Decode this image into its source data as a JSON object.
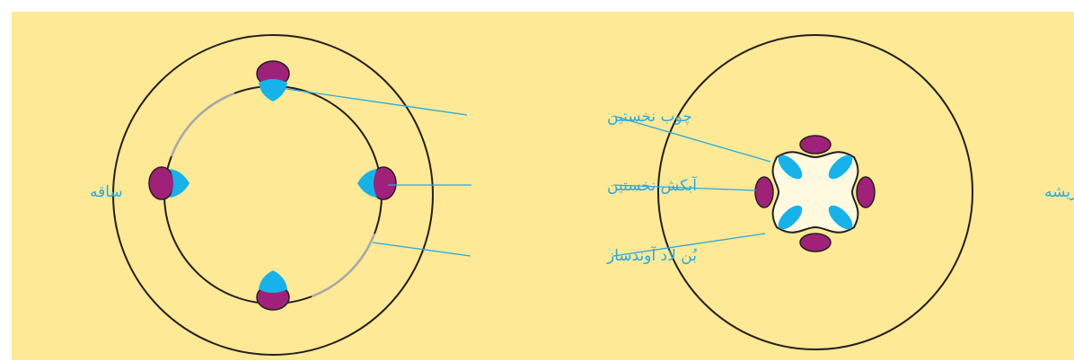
{
  "colors": {
    "background": "#fde996",
    "outline": "#231f20",
    "phloem": "#a0217a",
    "xylem": "#16b3ea",
    "label": "#27aae1",
    "cambium_gray": "#a7a9ac"
  },
  "labels": {
    "stem": "ساقه",
    "root": "ریشه",
    "primary_xylem": "چوب نخستین",
    "primary_phloem": "آبکش نخستین",
    "vascular_cambium": "بُن لاد آوندساز"
  }
}
